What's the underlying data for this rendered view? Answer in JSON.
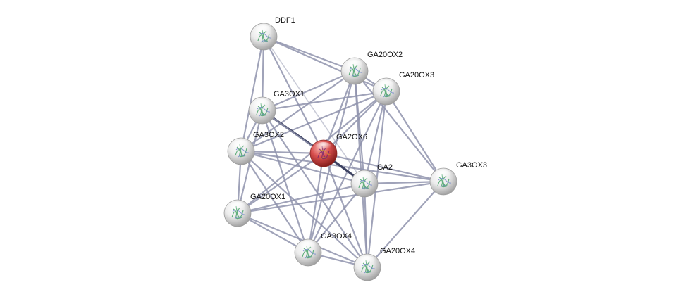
{
  "colors": {
    "edge": "#8f93ad",
    "edge_strong": "#3d4262",
    "edge_light": "#c3c5d3",
    "node_default": "#e3e3e3",
    "node_query": "#d9504f"
  },
  "network": {
    "nodes": [
      {
        "id": "DDF1",
        "label": "DDF1",
        "query": false
      },
      {
        "id": "GA20OX2",
        "label": "GA20OX2",
        "query": false
      },
      {
        "id": "GA20OX3",
        "label": "GA20OX3",
        "query": false
      },
      {
        "id": "GA3OX1",
        "label": "GA3OX1",
        "query": false
      },
      {
        "id": "GA3OX2",
        "label": "GA3OX2",
        "query": false
      },
      {
        "id": "GA2OX6",
        "label": "GA2OX6",
        "query": true
      },
      {
        "id": "GA2",
        "label": "GA2",
        "query": false
      },
      {
        "id": "GA3OX3",
        "label": "GA3OX3",
        "query": false
      },
      {
        "id": "GA20OX1",
        "label": "GA20OX1",
        "query": false
      },
      {
        "id": "GA3OX4",
        "label": "GA3OX4",
        "query": false
      },
      {
        "id": "GA20OX4",
        "label": "GA20OX4",
        "query": false
      }
    ],
    "edges": [
      [
        "DDF1",
        "GA3OX1"
      ],
      [
        "DDF1",
        "GA3OX2"
      ],
      [
        "DDF1",
        "GA20OX2"
      ],
      [
        "DDF1",
        "GA20OX3"
      ],
      [
        "DDF1",
        "GA2OX6"
      ],
      [
        "DDF1",
        "GA2"
      ],
      [
        "GA20OX2",
        "GA20OX3"
      ],
      [
        "GA20OX2",
        "GA3OX1"
      ],
      [
        "GA20OX2",
        "GA3OX2"
      ],
      [
        "GA20OX2",
        "GA2OX6"
      ],
      [
        "GA20OX2",
        "GA2"
      ],
      [
        "GA20OX2",
        "GA3OX3"
      ],
      [
        "GA20OX2",
        "GA3OX4"
      ],
      [
        "GA20OX2",
        "GA20OX4"
      ],
      [
        "GA20OX3",
        "GA3OX1"
      ],
      [
        "GA20OX3",
        "GA3OX2"
      ],
      [
        "GA20OX3",
        "GA2OX6"
      ],
      [
        "GA20OX3",
        "GA2"
      ],
      [
        "GA20OX3",
        "GA3OX3"
      ],
      [
        "GA20OX3",
        "GA3OX4"
      ],
      [
        "GA20OX3",
        "GA20OX4"
      ],
      [
        "GA20OX3",
        "GA20OX1"
      ],
      [
        "GA3OX1",
        "GA3OX2"
      ],
      [
        "GA3OX1",
        "GA2OX6"
      ],
      [
        "GA3OX1",
        "GA2"
      ],
      [
        "GA3OX1",
        "GA20OX1"
      ],
      [
        "GA3OX1",
        "GA3OX4"
      ],
      [
        "GA3OX1",
        "GA20OX4"
      ],
      [
        "GA3OX2",
        "GA2OX6"
      ],
      [
        "GA3OX2",
        "GA2"
      ],
      [
        "GA3OX2",
        "GA20OX1"
      ],
      [
        "GA3OX2",
        "GA3OX4"
      ],
      [
        "GA3OX2",
        "GA20OX4"
      ],
      [
        "GA3OX2",
        "GA3OX3"
      ],
      [
        "GA2OX6",
        "GA2"
      ],
      [
        "GA2OX6",
        "GA3OX3"
      ],
      [
        "GA2OX6",
        "GA20OX1"
      ],
      [
        "GA2OX6",
        "GA3OX4"
      ],
      [
        "GA2OX6",
        "GA20OX4"
      ],
      [
        "GA2",
        "GA3OX3"
      ],
      [
        "GA2",
        "GA20OX1"
      ],
      [
        "GA2",
        "GA3OX4"
      ],
      [
        "GA2",
        "GA20OX4"
      ],
      [
        "GA3OX3",
        "GA20OX1"
      ],
      [
        "GA3OX3",
        "GA20OX4"
      ],
      [
        "GA20OX1",
        "GA3OX4"
      ],
      [
        "GA20OX1",
        "GA20OX4"
      ],
      [
        "GA3OX4",
        "GA20OX4"
      ]
    ],
    "strong_edges": [
      [
        "GA3OX1",
        "GA2OX6"
      ],
      [
        "GA2OX6",
        "GA2"
      ]
    ],
    "light_edges": [
      [
        "DDF1",
        "GA2"
      ]
    ]
  }
}
